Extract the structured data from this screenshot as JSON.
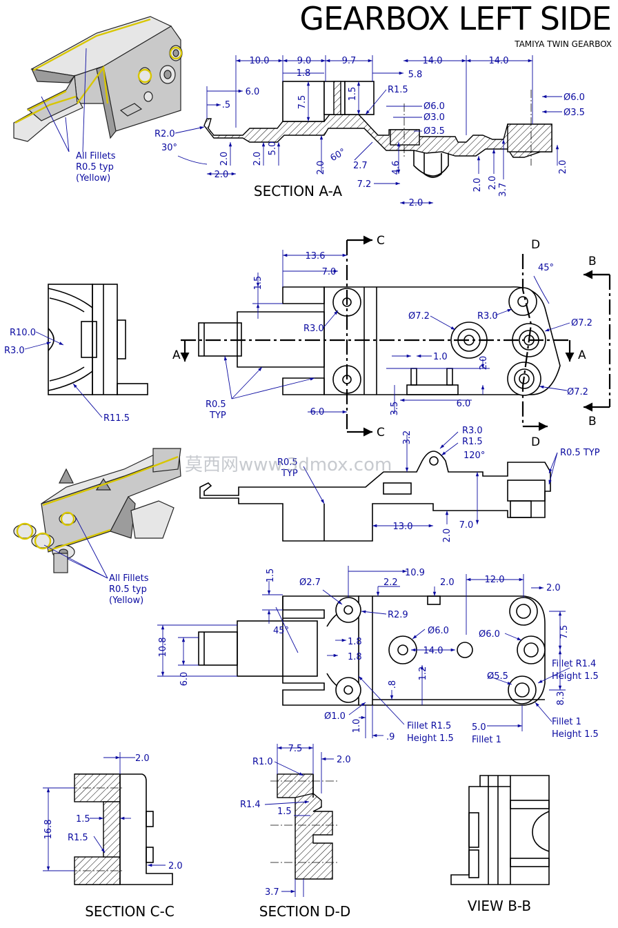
{
  "title": "GEARBOX LEFT SIDE",
  "subtitle": "TAMIYA TWIN GEARBOX",
  "watermark": "莫西网www.3dmox.com",
  "views": {
    "section_aa": "SECTION A-A",
    "section_cc": "SECTION C-C",
    "section_dd": "SECTION D-D",
    "view_bb": "VIEW B-B"
  },
  "cut_letters": {
    "a": "A",
    "b": "B",
    "c": "C",
    "d": "D"
  },
  "iso_notes": {
    "top": [
      "All Fillets",
      "R0.5 typ",
      "(Yellow)"
    ],
    "middle": [
      "All Fillets",
      "R0.5 typ",
      "(Yellow)"
    ]
  },
  "dims_aa": [
    "10.0",
    "9.0",
    "9.7",
    "1.8",
    "5.8",
    "14.0",
    "14.0",
    "6.0",
    ".5",
    "7.5",
    "1.5",
    "R1.5",
    "Ø6.0",
    "Ø3.0",
    "Ø6.0",
    "Ø3.5",
    "Ø3.5",
    "R2.0",
    "30°",
    "2.0",
    "2.0",
    "2.0",
    "5.0",
    "2.0",
    "60°",
    "2.7",
    "4.6",
    "7.2",
    "2.0",
    "2.0",
    "2.0",
    "3.7",
    "2.0"
  ],
  "dims_plan": [
    "13.6",
    "7.0",
    "1.5",
    "R3.0",
    "45°",
    "Ø7.2",
    "R3.0",
    "Ø7.2",
    "1.0",
    "2.0",
    "Ø7.2",
    "R0.5",
    "TYP",
    "3.5",
    "6.0",
    "6.0"
  ],
  "dims_left": [
    "R10.0",
    "R3.0",
    "R11.5"
  ],
  "dims_side": [
    "3.2",
    "R3.0",
    "R1.5",
    "120°",
    "R0.5 TYP",
    "R0.5",
    "TYP",
    "13.0",
    "7.0",
    "2.0"
  ],
  "dims_bottom": [
    "1.5",
    "Ø2.7",
    "10.9",
    "2.2",
    "2.0",
    "12.0",
    "2.0",
    "1.8",
    "R2.9",
    "Ø6.0",
    "45°",
    "1.8",
    "Ø6.0",
    "7.5",
    "10.8",
    "14.0",
    "6.0",
    "1.2",
    "Ø5.5",
    "Fillet R1.4",
    "Height 1.5",
    ".8",
    "8.3",
    "Ø1.0",
    "1.0",
    ".9",
    "Fillet R1.5",
    "Height 1.5",
    "5.0",
    "Fillet 1",
    "Fillet 1",
    "Height 1.5"
  ],
  "dims_cc": [
    "2.0",
    "16.8",
    "1.5",
    "R1.5",
    "2.0"
  ],
  "dims_dd": [
    "7.5",
    "R1.0",
    "2.0",
    "R1.4",
    "1.5",
    "3.7"
  ]
}
